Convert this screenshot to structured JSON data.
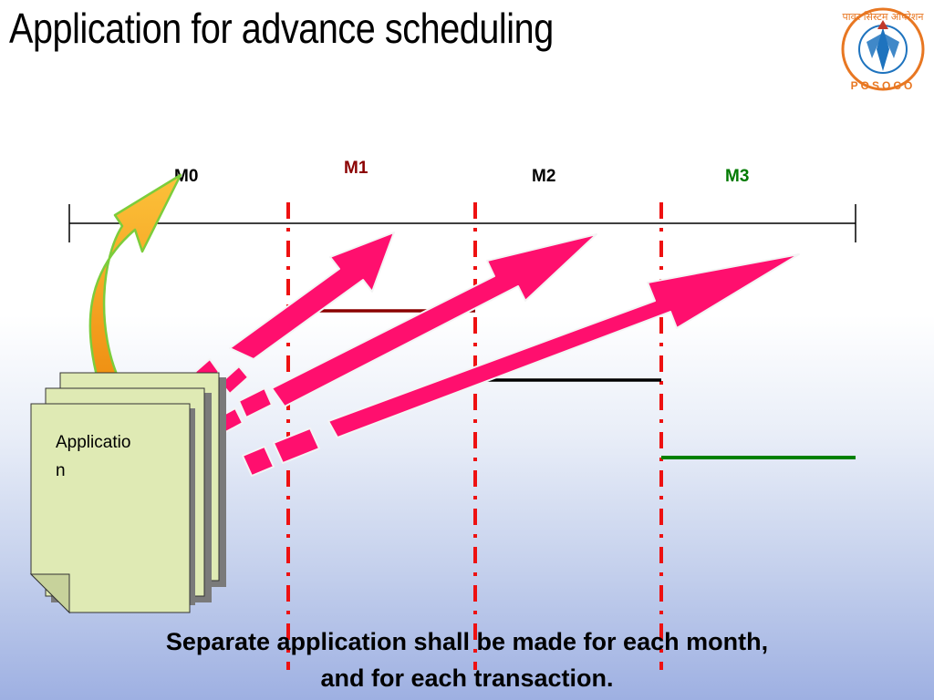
{
  "slide": {
    "title": "Application for advance scheduling"
  },
  "logo": {
    "name": "POSOCO",
    "hindi_text": "पावर सिस्टम ऑपरेशन",
    "colors": {
      "ring": "#e87722",
      "emblem": "#1e73be",
      "blade": "#c0392b"
    }
  },
  "timeline": {
    "months": [
      {
        "label": "M0",
        "color": "#000000"
      },
      {
        "label": "M1",
        "color": "#8b0000"
      },
      {
        "label": "M2",
        "color": "#000000"
      },
      {
        "label": "M3",
        "color": "#007a00"
      }
    ],
    "boundary_color": "#ee1111",
    "axis_color": "#000000"
  },
  "transactions": [
    {
      "month": "M1",
      "color": "#8b0000"
    },
    {
      "month": "M2",
      "color": "#000000"
    },
    {
      "month": "M3",
      "color": "#008000"
    }
  ],
  "application": {
    "label": "Applicatio\nn",
    "label_lines": [
      "Applicatio",
      "n"
    ],
    "page_color": "#dfeab4"
  },
  "arrows": {
    "color": "#ff0f6e",
    "curved_color": "#f7a21b",
    "curved_outline": "#7ccd3b"
  },
  "caption": {
    "line1": "Separate application shall be made for each month,",
    "line2": "and for each transaction."
  }
}
